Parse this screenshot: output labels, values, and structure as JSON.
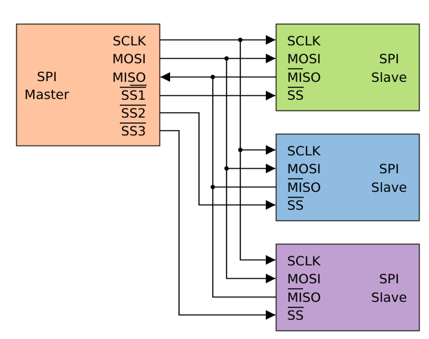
{
  "master": {
    "title_line1": "SPI",
    "title_line2": "Master",
    "color": "#ffc39f",
    "pins": [
      "SCLK",
      "MOSI",
      "MISO",
      "SS1",
      "SS2",
      "SS3"
    ]
  },
  "slaves": [
    {
      "title_line1": "SPI",
      "title_line2": "Slave",
      "color": "#b8e07c",
      "pins": [
        "SCLK",
        "MOSI",
        "MISO",
        "SS"
      ]
    },
    {
      "title_line1": "SPI",
      "title_line2": "Slave",
      "color": "#8fbce0",
      "pins": [
        "SCLK",
        "MOSI",
        "MISO",
        "SS"
      ]
    },
    {
      "title_line1": "SPI",
      "title_line2": "Slave",
      "color": "#c0a0d0",
      "pins": [
        "SCLK",
        "MOSI",
        "MISO",
        "SS"
      ]
    }
  ]
}
